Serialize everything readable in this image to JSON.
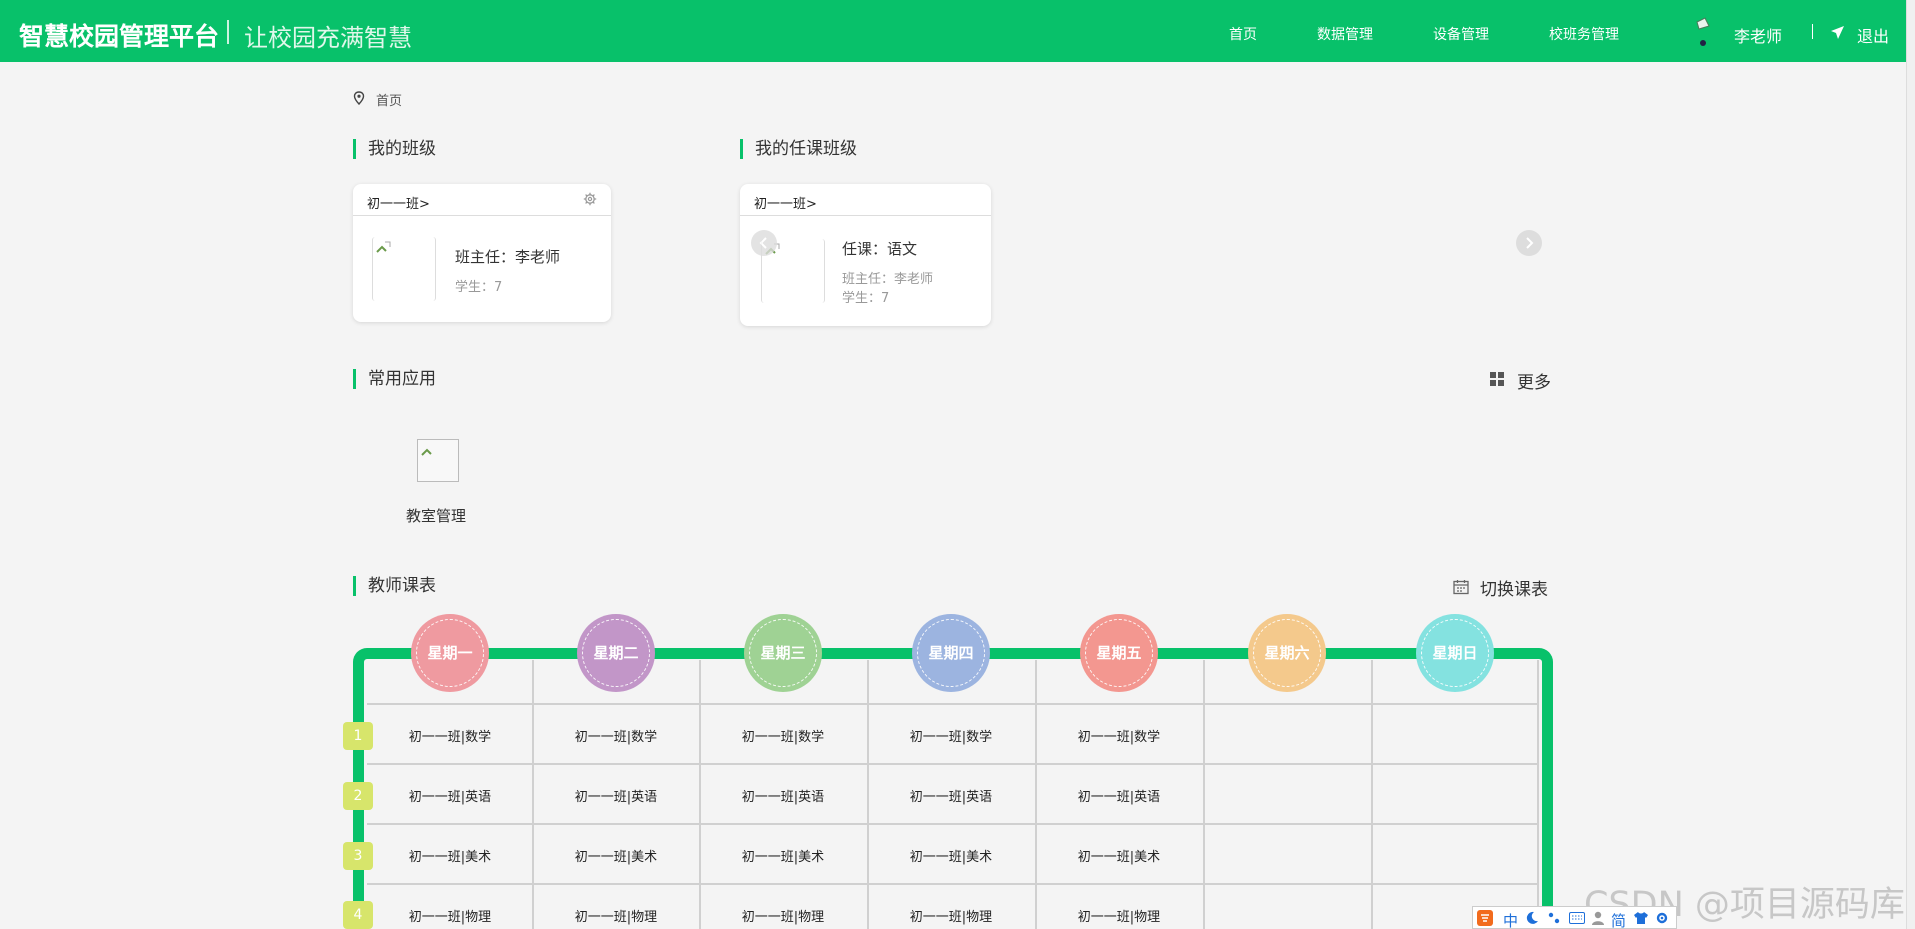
{
  "header": {
    "brand": "智慧校园管理平台",
    "slogan": "让校园充满智慧",
    "nav": [
      "首页",
      "数据管理",
      "设备管理",
      "校班务管理"
    ],
    "user_name": "李老师",
    "logout_label": "退出"
  },
  "breadcrumb": {
    "label": "首页"
  },
  "my_class": {
    "title": "我的班级",
    "card": {
      "name": "初一一班>",
      "head_teacher": "班主任：李老师",
      "students": "学生：7"
    }
  },
  "teaching_class": {
    "title": "我的任课班级",
    "card": {
      "name": "初一一班>",
      "subject": "任课：语文",
      "head_teacher": "班主任：李老师",
      "students": "学生：7"
    }
  },
  "apps": {
    "title": "常用应用",
    "more_label": "更多",
    "items": [
      {
        "label": "教室管理"
      }
    ]
  },
  "timetable": {
    "title": "教师课表",
    "switch_label": "切换课表",
    "days": [
      "星期一",
      "星期二",
      "星期三",
      "星期四",
      "星期五",
      "星期六",
      "星期日"
    ],
    "day_colors": [
      "#ef9aa0",
      "#c296c8",
      "#9fd294",
      "#9cb4e0",
      "#f39790",
      "#f4c98c",
      "#84e2e0"
    ],
    "rows": [
      {
        "period": "1",
        "cells": [
          "初一一班|数学",
          "初一一班|数学",
          "初一一班|数学",
          "初一一班|数学",
          "初一一班|数学",
          "",
          ""
        ]
      },
      {
        "period": "2",
        "cells": [
          "初一一班|英语",
          "初一一班|英语",
          "初一一班|英语",
          "初一一班|英语",
          "初一一班|英语",
          "",
          ""
        ]
      },
      {
        "period": "3",
        "cells": [
          "初一一班|美术",
          "初一一班|美术",
          "初一一班|美术",
          "初一一班|美术",
          "初一一班|美术",
          "",
          ""
        ]
      },
      {
        "period": "4",
        "cells": [
          "初一一班|物理",
          "初一一班|物理",
          "初一一班|物理",
          "初一一班|物理",
          "初一一班|物理",
          "",
          ""
        ]
      }
    ]
  },
  "watermark": "CSDN @项目源码库",
  "ime_toolbar": {
    "items": [
      "中",
      "简"
    ]
  }
}
